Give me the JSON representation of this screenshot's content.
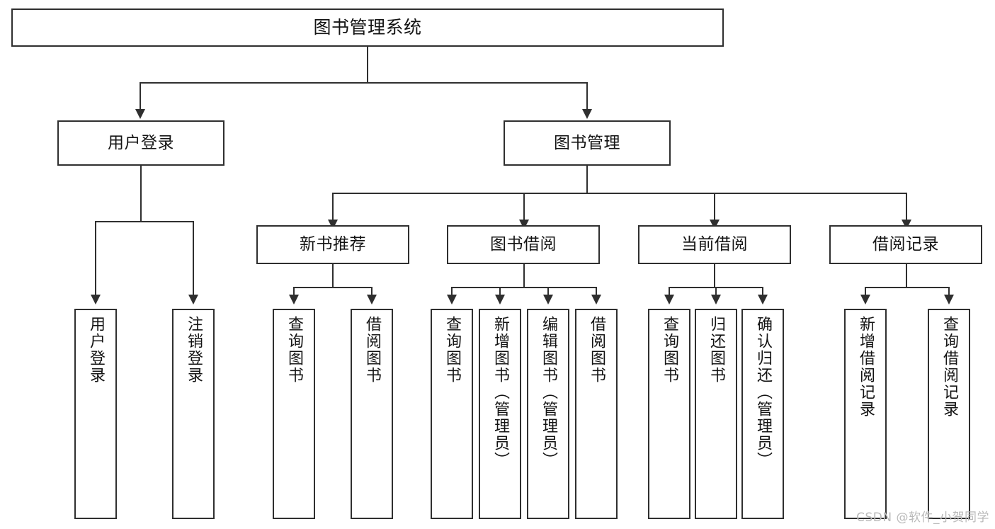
{
  "diagram": {
    "kind": "function-structure-tree",
    "title": "图书管理系统",
    "colors": {
      "stroke": "#2f2f2f",
      "fill": "#ffffff",
      "text": "#141414",
      "watermark": "#b9b9b9"
    },
    "root": {
      "label": "图书管理系统"
    },
    "level2": [
      {
        "label": "用户登录"
      },
      {
        "label": "图书管理"
      }
    ],
    "level3": [
      {
        "label": "新书推荐"
      },
      {
        "label": "图书借阅"
      },
      {
        "label": "当前借阅"
      },
      {
        "label": "借阅记录"
      }
    ],
    "leaves": {
      "user_login": [
        {
          "label": "用户登录"
        },
        {
          "label": "注销登录"
        }
      ],
      "new_book_recommend": [
        {
          "label": "查询图书"
        },
        {
          "label": "借阅图书"
        }
      ],
      "book_borrow": [
        {
          "label": "查询图书"
        },
        {
          "label": "新增图书（管理员）"
        },
        {
          "label": "编辑图书（管理员）"
        },
        {
          "label": "借阅图书"
        }
      ],
      "current_borrow": [
        {
          "label": "查询图书"
        },
        {
          "label": "归还图书"
        },
        {
          "label": "确认归还（管理员）"
        }
      ],
      "borrow_record": [
        {
          "label": "新增借阅记录"
        },
        {
          "label": "查询借阅记录"
        }
      ]
    }
  },
  "watermark": {
    "text": "CSDN @软件_小贺同学"
  }
}
